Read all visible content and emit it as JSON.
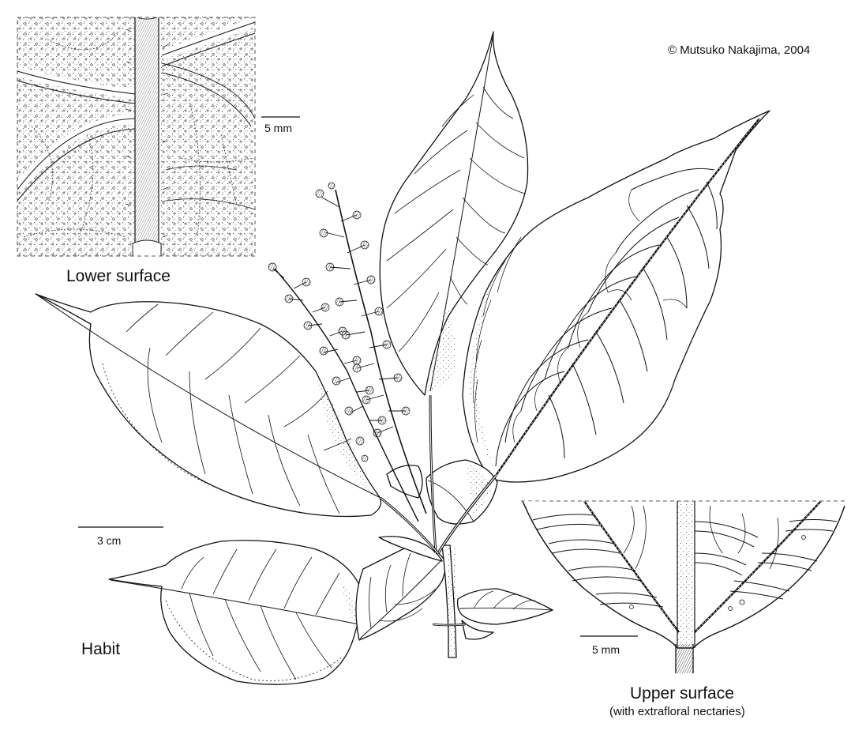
{
  "credit": "© Mutsuko Nakajima, 2004",
  "panels": {
    "lower_surface": {
      "label": "Lower surface",
      "scale": "5 mm"
    },
    "habit": {
      "label": "Habit",
      "scale": "3 cm"
    },
    "upper_surface": {
      "label": "Upper surface",
      "sublabel": "(with extrafloral nectaries)",
      "scale": "5 mm"
    }
  },
  "colors": {
    "ink": "#111111",
    "paper": "#ffffff",
    "frame": "#555555"
  }
}
